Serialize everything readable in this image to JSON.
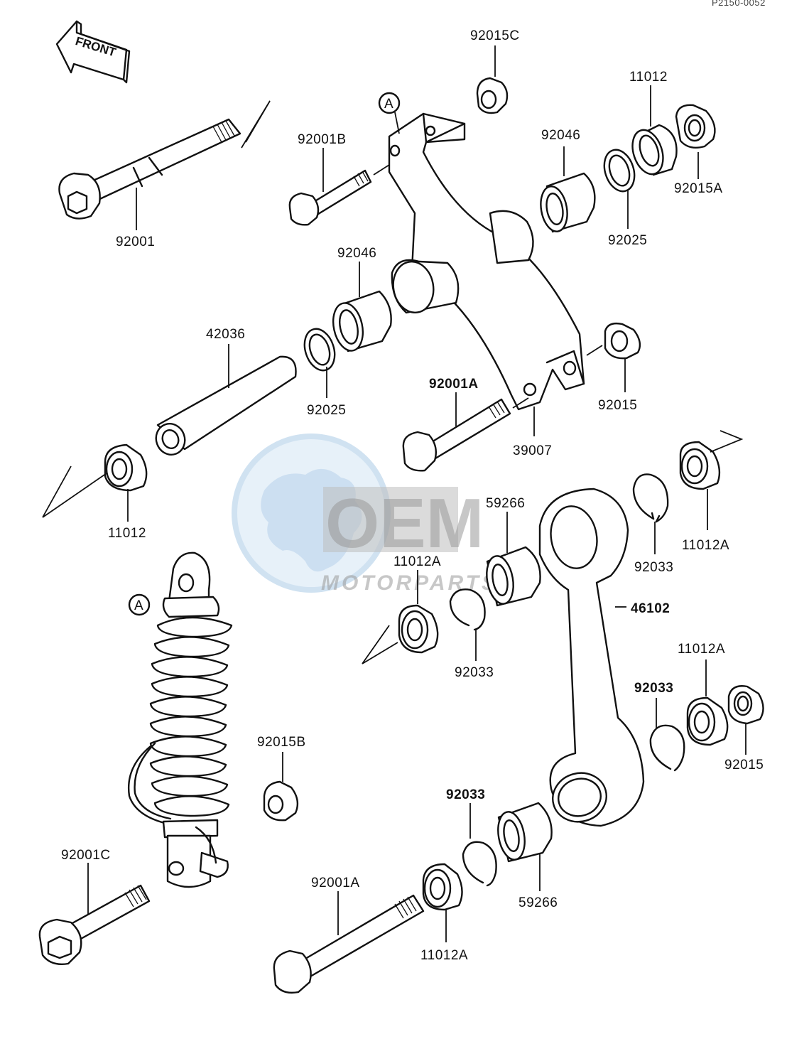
{
  "drawing_code": "P2150-0052",
  "front_label": "FRONT",
  "ref_marker": "A",
  "watermark": {
    "logo_text": "OEM",
    "sub_text": "MOTORPARTS"
  },
  "parts": {
    "p_92015C": "92015C",
    "p_11012_top": "11012",
    "p_92001B": "92001B",
    "p_92046_top": "92046",
    "p_92015A": "92015A",
    "p_92025_top": "92025",
    "p_92001": "92001",
    "p_92046_mid": "92046",
    "p_42036": "42036",
    "p_92025_mid": "92025",
    "p_92001A_top": "92001A",
    "p_92015_mid": "92015",
    "p_39007": "39007",
    "p_11012_left": "11012",
    "p_59266_top": "59266",
    "p_92033_right": "92033",
    "p_11012A_right": "11012A",
    "p_11012A_mid": "11012A",
    "p_92033_mid": "92033",
    "p_46102": "46102",
    "p_11012A_lowright": "11012A",
    "p_92033_lowright": "92033",
    "p_92015_lowright": "92015",
    "p_92015B": "92015B",
    "p_92033_bottom": "92033",
    "p_92001C": "92001C",
    "p_92001A_bottom": "92001A",
    "p_59266_bottom": "59266",
    "p_11012A_bottom": "11012A"
  }
}
